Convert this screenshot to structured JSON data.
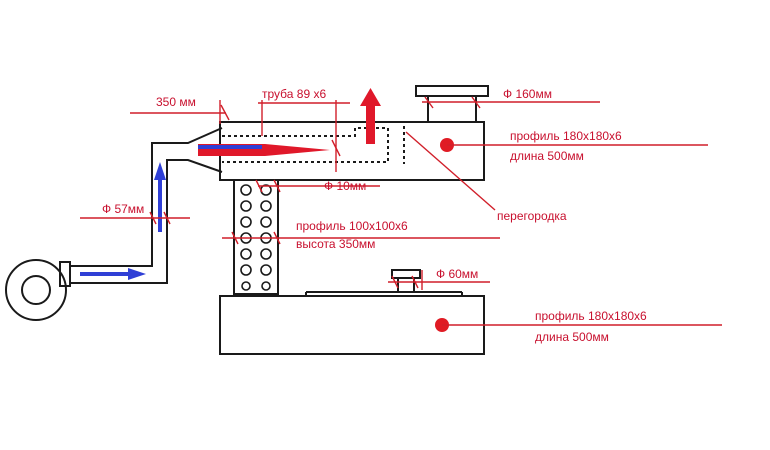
{
  "colors": {
    "outline": "#1a1a1a",
    "dimension_line": "#d11f2a",
    "hot_flow": "#e0182a",
    "air_flow": "#2f3fd6",
    "marker_dot": "#e01b24"
  },
  "labels": {
    "length_350": "350 мм",
    "tube": "труба 89 х6",
    "phi_160": "Ф 160мм",
    "top_profile": "профиль 180х180х6",
    "top_length": "длина 500мм",
    "phi_10": "Ф 10мм",
    "phi_57": "Ф 57мм",
    "partition": "перегородка",
    "column_profile": "профиль 100х100х6",
    "column_height": "высота 350мм",
    "phi_60": "Ф 60мм",
    "bottom_profile": "профиль 180х180х6",
    "bottom_length": "длина 500мм"
  }
}
